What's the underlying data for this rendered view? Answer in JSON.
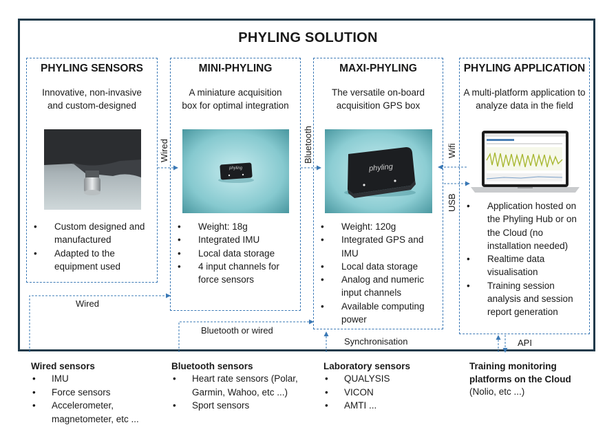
{
  "title": "PHYLING SOLUTION",
  "columns": [
    {
      "title": "PHYLING SENSORS",
      "subtitle": "Innovative, non-invasive and custom-designed",
      "bullets": [
        "Custom designed and manufactured",
        "Adapted to the equipment used"
      ]
    },
    {
      "title": "MINI-PHYLING",
      "subtitle": "A miniature acquisition box for optimal integration",
      "bullets": [
        "Weight: 18g",
        "Integrated IMU",
        "Local data storage",
        "4 input channels for force sensors"
      ]
    },
    {
      "title": "MAXI-PHYLING",
      "subtitle": "The versatile on-board acquisition GPS box",
      "bullets": [
        "Weight: 120g",
        "Integrated GPS and IMU",
        "Local data storage",
        "Analog and numeric input channels",
        "Available computing power"
      ]
    },
    {
      "title": "PHYLING APPLICATION",
      "subtitle": "A multi-platform application to analyze data in the field",
      "bullets": [
        "Application hosted on the Phyling Hub or on the Cloud (no installation needed)",
        "Realtime data visualisation",
        "Training session analysis and session report generation"
      ]
    }
  ],
  "device_brand": "phyling",
  "connectors": {
    "wired": "Wired",
    "bluetooth": "Bluetooth",
    "wifi": "Wifi",
    "usb": "USB",
    "wired_bottom": "Wired",
    "bluetooth_or_wired": "Bluetooth or wired",
    "synchronisation": "Synchronisation",
    "api": "API"
  },
  "bottom": [
    {
      "title": "Wired sensors",
      "items": [
        "IMU",
        "Force sensors",
        "Accelerometer, magnetometer,  etc ..."
      ]
    },
    {
      "title": "Bluetooth sensors",
      "items": [
        "Heart rate sensors (Polar, Garmin, Wahoo, etc ...)",
        "Sport  sensors"
      ]
    },
    {
      "title": "Laboratory sensors",
      "items": [
        "QUALYSIS",
        "VICON",
        "AMTI ..."
      ]
    },
    {
      "title": "Training monitoring platforms on the Cloud",
      "text": "(Nolio, etc ...)"
    }
  ],
  "colors": {
    "frame": "#1f3a4a",
    "dashed": "#3a78b5",
    "device_bg": "#8fd0d6"
  }
}
